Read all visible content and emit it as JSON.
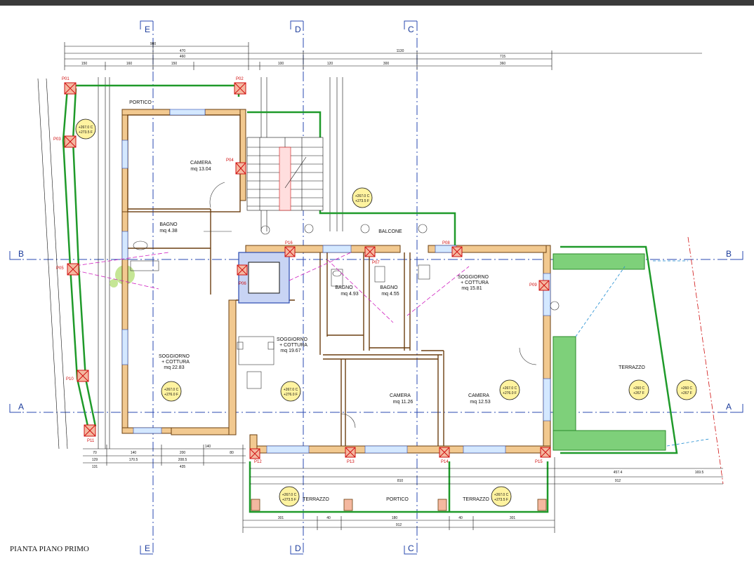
{
  "sheet": {
    "title": "PIANTA PIANO PRIMO"
  },
  "axes": {
    "vertical": [
      "E",
      "D",
      "C"
    ],
    "horizontal": [
      "B",
      "A"
    ]
  },
  "rooms": {
    "portico_top": "PORTICO",
    "camera1": [
      "CAMERA",
      "mq 13.04"
    ],
    "bagno1": [
      "BAGNO",
      "mq 4.38"
    ],
    "balcone": "BALCONE",
    "bagno2": [
      "BAGNO",
      "mq 4.93"
    ],
    "bagno3": [
      "BAGNO",
      "mq 4.55"
    ],
    "soggiorno1": [
      "SOGGIORNO",
      "+ COTTURA",
      "mq 15.81"
    ],
    "soggiorno2": [
      "SOGGIORNO",
      "+ COTTURA",
      "mq 19.67"
    ],
    "soggiorno3": [
      "SOGGIORNO",
      "+ COTTURA",
      "mq 22.83"
    ],
    "camera2": [
      "CAMERA",
      "mq 11.26"
    ],
    "camera3": [
      "CAMERA",
      "mq 12.53"
    ],
    "terrazzo_right": "TERRAZZO",
    "terrazzo_b1": "TERRAZZO",
    "portico_b": "PORTICO",
    "terrazzo_b2": "TERRAZZO"
  },
  "pillars": [
    "P01",
    "P02",
    "P03",
    "P04",
    "P05",
    "P06",
    "P07",
    "P08",
    "P09",
    "P10",
    "P11",
    "P12",
    "P13",
    "P14",
    "P15",
    "P16"
  ],
  "levels": [
    [
      "+267.0 C",
      "+273.5 F"
    ],
    [
      "+267.0 C",
      "+273.5 F"
    ],
    [
      "+267.0 C",
      "+276.0 F"
    ],
    [
      "+267.0 C",
      "+276.0 F"
    ],
    [
      "+267.0 C",
      "+276.0 F"
    ],
    [
      "+260 C",
      "+267 F"
    ],
    [
      "+260 C",
      "+267 F"
    ],
    [
      "+267.0 C",
      "+273.5 F"
    ],
    [
      "+267.0 C",
      "+273.5 F"
    ]
  ],
  "dimensions": {
    "top_row1": [
      "900"
    ],
    "top_row2": [
      "470",
      "1130"
    ],
    "top_row3": [
      "460",
      "715"
    ],
    "top_row4": [
      "150",
      "160",
      "150",
      "100",
      "120",
      "300",
      "360"
    ],
    "bottom_row1": [
      "70",
      "140",
      "200",
      "140",
      "80"
    ],
    "bottom_row2": [
      "129",
      "170.5",
      "208.5"
    ],
    "bottom_row3": [
      "131",
      "435"
    ],
    "bottom_row4": [
      "457.4",
      "169.5"
    ],
    "bottom_row5": [
      "810",
      "912"
    ],
    "bottom_row6": [
      "301",
      "40",
      "180",
      "40",
      "301"
    ],
    "bottom_row7": [
      "912"
    ]
  }
}
